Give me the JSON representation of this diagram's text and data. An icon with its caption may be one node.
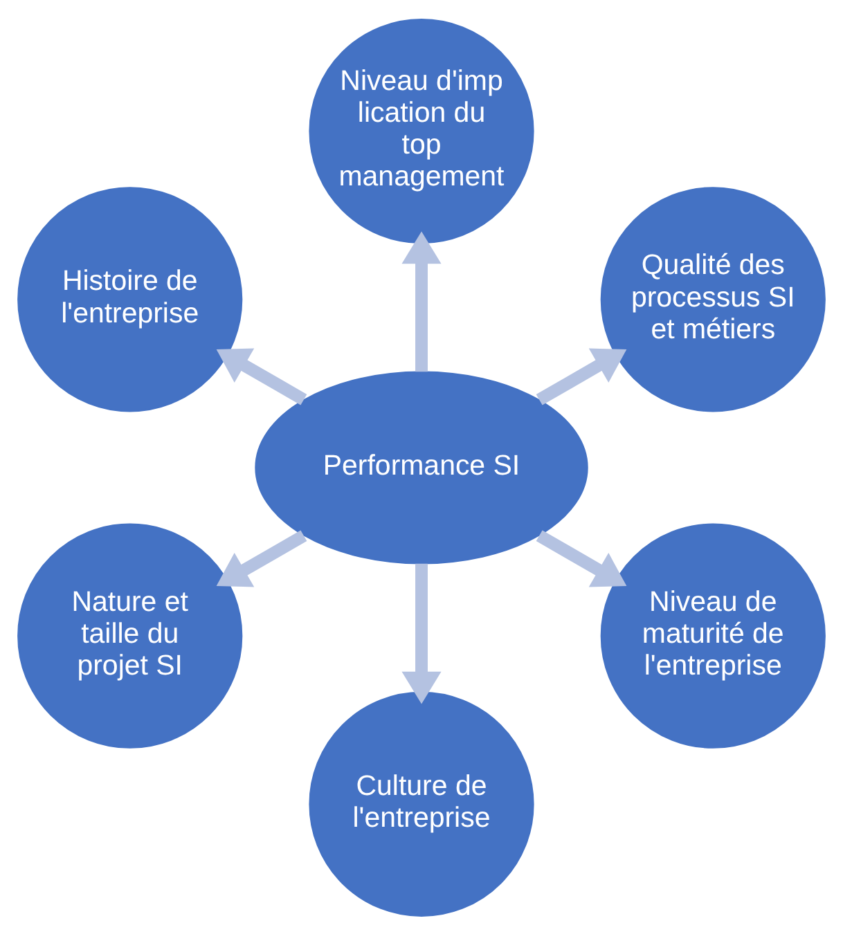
{
  "diagram": {
    "nodes": [
      {
        "text": [
          "Qualité des processus SI et métiers"
        ]
      },
      {
        "text": [
          "Niveau d'implication du top management"
        ]
      },
      {
        "text": [
          "Histoire de l'entreprise"
        ]
      },
      {
        "text": [
          "Performance SI"
        ]
      },
      {
        "text": [
          "Nature et taille du projet SI"
        ]
      },
      {
        "text": [
          "Culture de l'entreprise"
        ]
      },
      {
        "text": [
          "Niveau de maturité de l'entreprise"
        ]
      }
    ],
    "edges": [
      {
        "from": 3,
        "to": 0,
        "arrow": "to"
      },
      {
        "from": 3,
        "to": 2,
        "arrow": "to"
      },
      {
        "from": 3,
        "to": 5,
        "arrow": "to"
      },
      {
        "from": 3,
        "to": 6,
        "arrow": "to"
      },
      {
        "from": 3,
        "to": 4,
        "arrow": "to"
      },
      {
        "from": 3,
        "to": 1,
        "arrow": "to"
      }
    ]
  }
}
